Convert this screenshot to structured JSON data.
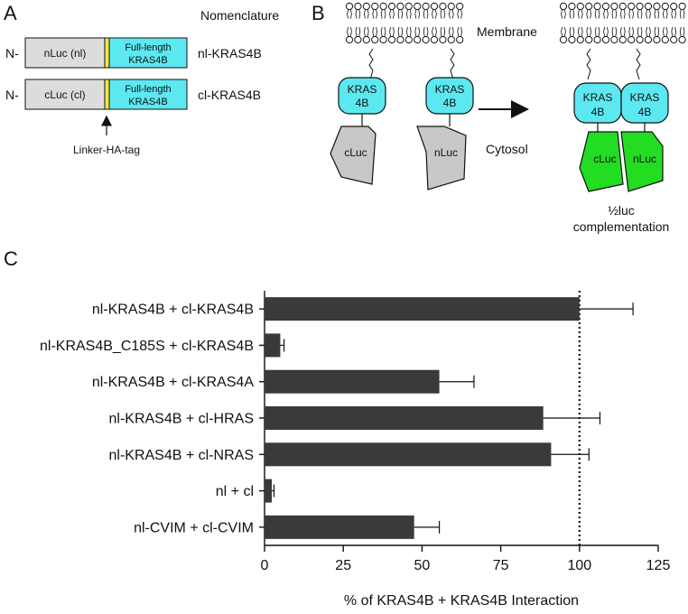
{
  "panels": {
    "a": {
      "letter": "A",
      "nomenclature_title": "Nomenclature",
      "constructs": [
        {
          "prefix": "N-",
          "tag_label": "nLuc (nl)",
          "protein_label_1": "Full-length",
          "protein_label_2": "KRAS4B",
          "name": "nl-KRAS4B"
        },
        {
          "prefix": "N-",
          "tag_label": "cLuc (cl)",
          "protein_label_1": "Full-length",
          "protein_label_2": "KRAS4B",
          "name": "cl-KRAS4B"
        }
      ],
      "linker_label": "Linker-HA-tag",
      "colors": {
        "tag": "#dcdcdc",
        "linker": "#f5e642",
        "protein": "#5ce8f0"
      }
    },
    "b": {
      "letter": "B",
      "membrane_label": "Membrane",
      "cytosol_label": "Cytosol",
      "kras_line1": "KRAS",
      "kras_line2": "4B",
      "cluc_label": "cLuc",
      "nluc_label": "nLuc",
      "result_line1": "½luc",
      "result_line2": "complementation",
      "colors": {
        "kras": "#5ce8f0",
        "luc_separate": "#c8c8c8",
        "luc_complemented": "#22dd22"
      }
    },
    "c": {
      "letter": "C"
    }
  },
  "chart_data": {
    "type": "bar",
    "orientation": "horizontal",
    "categories": [
      "nl-KRAS4B + cl-KRAS4B",
      "nl-KRAS4B_C185S + cl-KRAS4B",
      "nl-KRAS4B + cl-KRAS4A",
      "nl-KRAS4B + cl-HRAS",
      "nl-KRAS4B + cl-NRAS",
      "nl + cl",
      "nl-CVIM + cl-CVIM"
    ],
    "values": [
      100,
      5,
      55.5,
      88.5,
      91,
      2.3,
      47.5
    ],
    "errors": [
      17,
      1.2,
      11,
      18,
      12,
      0.7,
      8
    ],
    "xlabel": "% of KRAS4B + KRAS4B Interaction",
    "ylabel": "",
    "xlim": [
      0,
      125
    ],
    "xticks": [
      0,
      25,
      50,
      75,
      100,
      125
    ],
    "reference_line": 100,
    "bar_color": "#3a3a38",
    "grid": false
  }
}
